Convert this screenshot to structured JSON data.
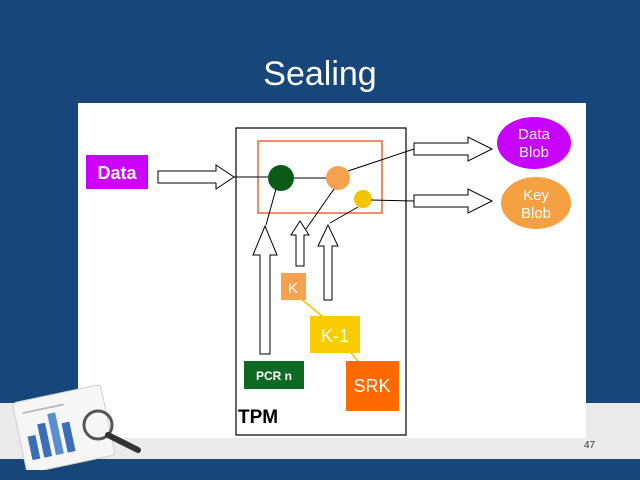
{
  "slide": {
    "title": "Sealing",
    "page_number": "47"
  },
  "diagram": {
    "data_label": "Data",
    "tpm_label": "TPM",
    "pcr_label": "PCR n",
    "k_label": "K",
    "k1_label": "K-1",
    "srk_label": "SRK",
    "data_blob_line1": "Data",
    "data_blob_line2": "Blob",
    "key_blob_line1": "Key",
    "key_blob_line2": "Blob"
  },
  "colors": {
    "slide_blue": "#17467a",
    "data_purple": "#cc00ff",
    "blob_purple": "#c800ff",
    "blob_orange": "#f5a142",
    "dark_green_node": "#0b5a18",
    "orange_node": "#f4a150",
    "yellow_node": "#f3c400",
    "inner_box_red": "#e8663a",
    "pcr_green": "#0e6a22",
    "k_orange": "#f7a24f",
    "k1_yellow": "#f8cc00",
    "srk_orange": "#ff6a00"
  },
  "icons": [
    "chart-magnifier-icon"
  ]
}
